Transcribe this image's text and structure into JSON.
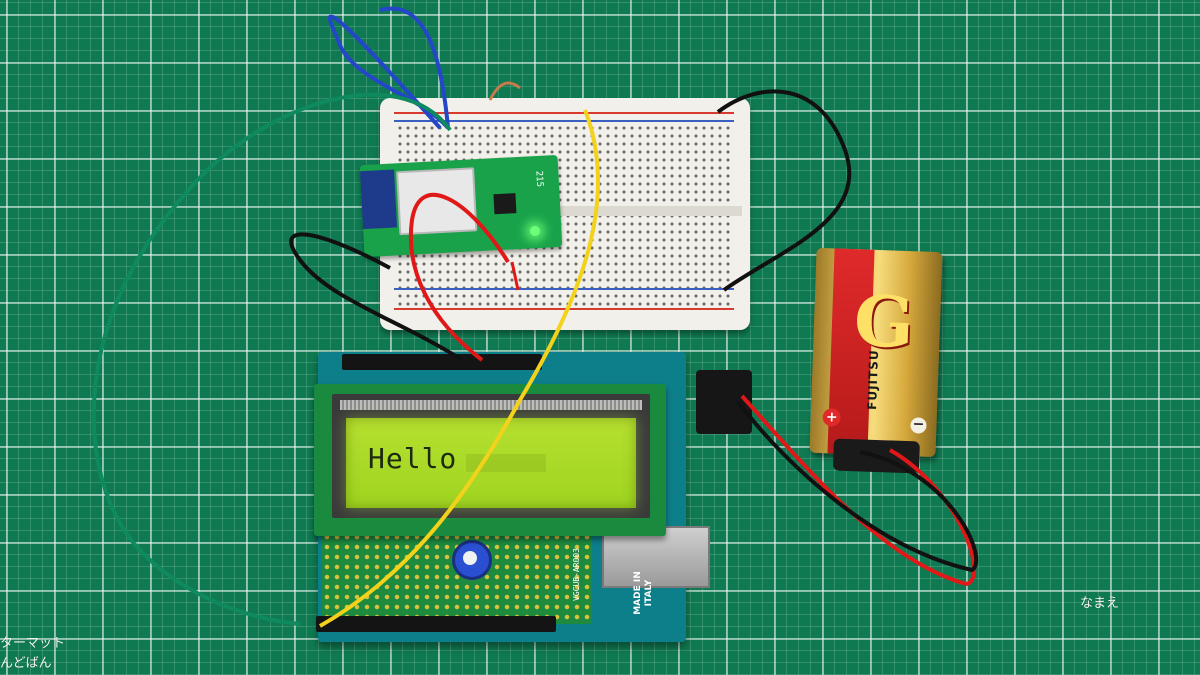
{
  "lcd": {
    "display_text": "Hello"
  },
  "battery": {
    "brand": "FUJITSU",
    "logo": "G",
    "plus_symbol": "+",
    "minus_symbol": "−"
  },
  "arduino": {
    "made_in": "MADE IN ITALY"
  },
  "shield": {
    "label": "VGCUB-AR003"
  },
  "module": {
    "label": "215"
  },
  "mat": {
    "label_right": "なまえ",
    "label_left_line1": "ターマット",
    "label_left_line2": "んどばん"
  },
  "colors": {
    "mat": "#0f7a52",
    "lcd_backlight": "#b6e030",
    "wire_blue": "#2446c8",
    "wire_green": "#0f8a5e",
    "wire_yellow": "#f2d21a",
    "wire_red": "#e01818",
    "wire_black": "#111111",
    "battery_gold": "#e8c25a"
  }
}
